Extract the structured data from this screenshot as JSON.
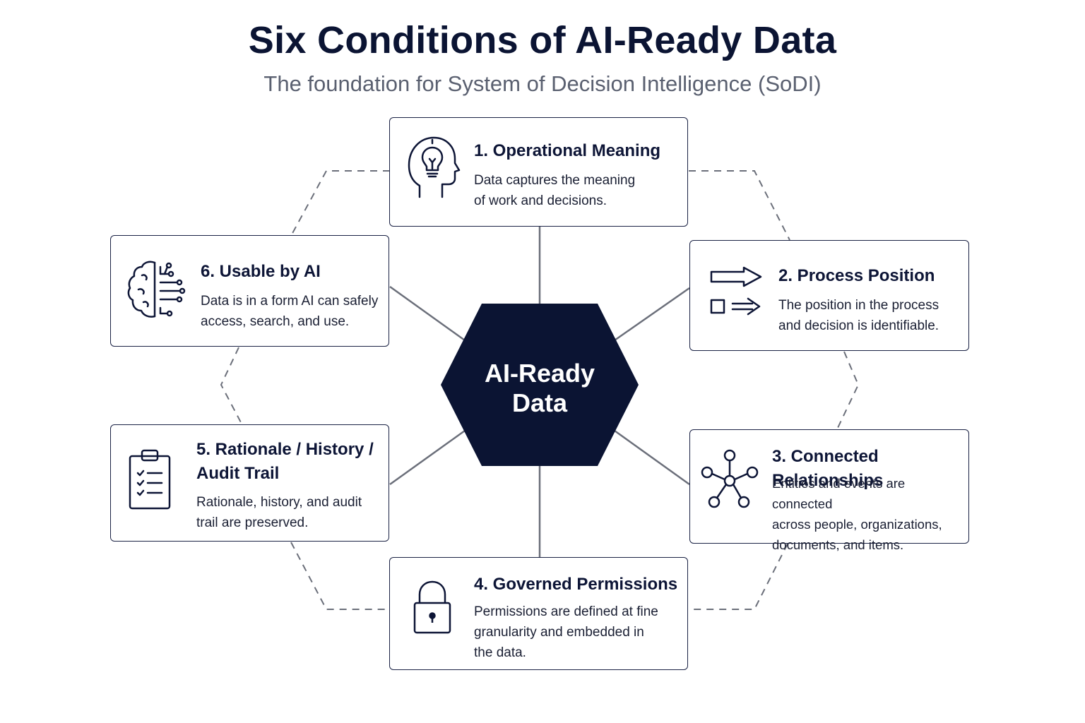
{
  "header": {
    "title": "Six Conditions of AI-Ready Data",
    "subtitle": "The foundation for System of Decision Intelligence (SoDI)"
  },
  "center": {
    "label_line1": "AI-Ready",
    "label_line2": "Data",
    "fill_color": "#0b1433"
  },
  "colors": {
    "ink": "#0d1536",
    "subtitle": "#5a6070",
    "connector": "#6b6f7a",
    "dashed": "#6b6f7a"
  },
  "conditions": [
    {
      "title": "1. Operational Meaning",
      "desc_line1": "Data captures the meaning",
      "desc_line2": "of work and decisions.",
      "icon": "head-lightbulb-icon"
    },
    {
      "title": "2. Process Position",
      "desc_line1": "The position in the process",
      "desc_line2": "and decision is identifiable.",
      "icon": "process-arrows-icon"
    },
    {
      "title": "3. Connected Relationships",
      "desc_line1": "Entities and events are connected",
      "desc_line2": "across people, organizations,",
      "desc_line3": "documents, and items.",
      "icon": "network-nodes-icon"
    },
    {
      "title": "4. Governed Permissions",
      "desc_line1": "Permissions are defined at fine",
      "desc_line2": "granularity and embedded in",
      "desc_line3": "the data.",
      "icon": "padlock-icon"
    },
    {
      "title_line1": "5. Rationale / History /",
      "title_line2": "Audit Trail",
      "desc_line1": "Rationale, history, and audit",
      "desc_line2": "trail are preserved.",
      "icon": "clipboard-checklist-icon"
    },
    {
      "title": "6. Usable by AI",
      "desc_line1": "Data is in a form AI can safely",
      "desc_line2": "access, search, and use.",
      "icon": "brain-circuit-icon"
    }
  ]
}
